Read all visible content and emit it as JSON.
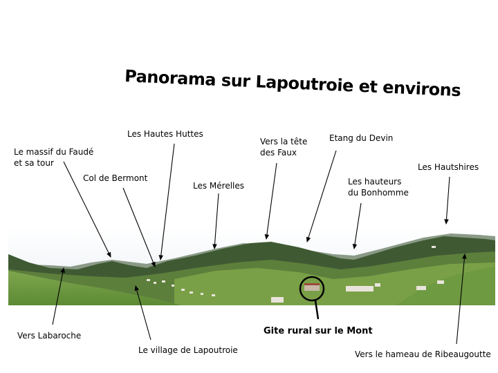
{
  "title": "Panorama sur Lapoutroie et environs",
  "labels": {
    "massif_line1": "Le massif du Faudé",
    "massif_line2": "et sa tour",
    "hautes_huttes": "Les Hautes Huttes",
    "col_bermont": "Col de Bermont",
    "merelles": "Les Mérelles",
    "tete_line1": "Vers la tête",
    "tete_line2": "des Faux",
    "etang_devin": "Etang du Devin",
    "bonhomme_line1": "Les hauteurs",
    "bonhomme_line2": "du Bonhomme",
    "hautshires": "Les Hautshires",
    "labaroche": "Vers Labaroche",
    "village": "Le village de Lapoutroie",
    "gite": "Gite rural sur le Mont",
    "ribeaugoutte": "Vers le hameau de Ribeaugoutte"
  }
}
